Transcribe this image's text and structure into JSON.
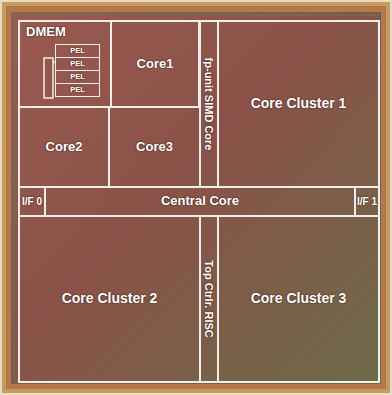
{
  "diagram": {
    "nodes": [
      {
        "text": [
          "DMEM"
        ]
      },
      {
        "text": [
          "PEL"
        ],
        "in": 0
      },
      {
        "text": [
          "PEL"
        ],
        "in": 0
      },
      {
        "text": [
          "PEL"
        ],
        "in": 0
      },
      {
        "text": [
          "PEL"
        ],
        "in": 0
      },
      {
        "text": [
          "Core1"
        ]
      },
      {
        "text": [
          "fp-unit SIMD Core"
        ]
      },
      {
        "text": [
          "Core Cluster 1"
        ]
      },
      {
        "text": [
          "Core2"
        ]
      },
      {
        "text": [
          "Core3"
        ]
      },
      {
        "text": [
          "I/F 0"
        ]
      },
      {
        "text": [
          "Central Core"
        ]
      },
      {
        "text": [
          "I/F 1"
        ]
      },
      {
        "text": [
          "Core Cluster 2"
        ]
      },
      {
        "text": [
          "Top Ctrlr. RISC"
        ]
      },
      {
        "text": [
          "Core Cluster 3"
        ]
      }
    ]
  }
}
